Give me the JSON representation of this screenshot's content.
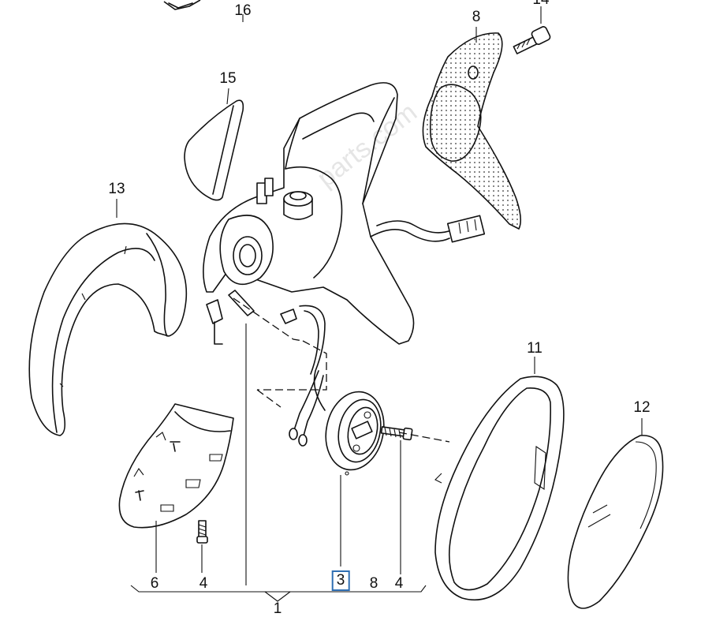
{
  "diagram": {
    "watermark": "parts.com",
    "labels": {
      "p16": "16",
      "p8_top": "8",
      "p14": "14",
      "p15": "15",
      "p13": "13",
      "p11": "11",
      "p12": "12",
      "p6": "6",
      "p4_left": "4",
      "p3": "3",
      "p8_bottom": "8",
      "p4_right": "4",
      "p1": "1"
    },
    "highlighted_part": "3",
    "colors": {
      "line": "#111111",
      "highlight": "#2f6fb3",
      "background": "#ffffff"
    }
  }
}
